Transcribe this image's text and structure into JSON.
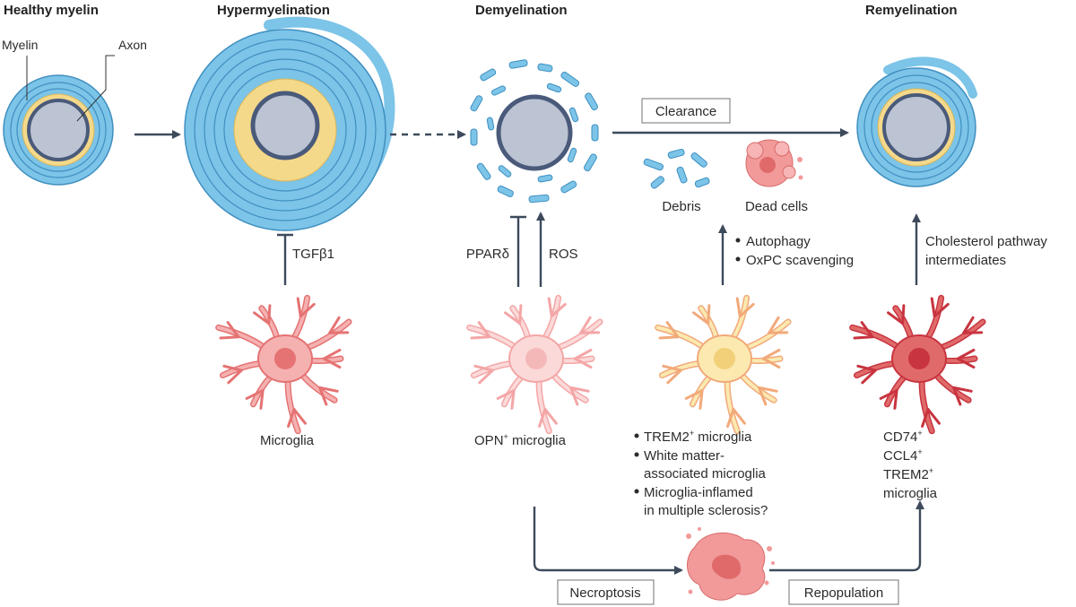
{
  "stages": {
    "healthy": "Healthy myelin",
    "hyper": "Hypermyelination",
    "demyelination": "Demyelination",
    "remyelination": "Remyelination"
  },
  "labels": {
    "myelin": "Myelin",
    "axon": "Axon",
    "tgfb1": "TGFβ1",
    "microglia": "Microglia",
    "ppard": "PPARδ",
    "ros": "ROS",
    "opn_microglia": "OPN",
    "opn_microglia_suffix": " microglia",
    "opn_sup": "+",
    "clearance": "Clearance",
    "debris": "Debris",
    "dead_cells": "Dead cells",
    "autophagy": "Autophagy",
    "oxpc": "OxPC scavenging",
    "trem2_1": "TREM2",
    "trem2_1_suffix": " microglia",
    "trem2_sup": "+",
    "wam_1": "White matter-",
    "wam_2": "associated microglia",
    "mims_1": "Microglia-inflamed",
    "mims_2": "in multiple sclerosis?",
    "cholesterol_1": "Cholesterol pathway",
    "cholesterol_2": "intermediates",
    "cd74": "CD74",
    "ccl4": "CCL4",
    "trem2_2": "TREM2",
    "plus": "+",
    "microglia_lower": "microglia",
    "necroptosis": "Necroptosis",
    "repopulation": "Repopulation"
  },
  "colors": {
    "myelin_blue": "#7cc4e8",
    "myelin_blue_dark": "#3f8fc0",
    "myelin_yellow": "#f5d98a",
    "axon_fill": "#bcc3d3",
    "axon_ring": "#4a5a7a",
    "arrow": "#3d4a5c",
    "microglia_pink": "#e57373",
    "microglia_light": "#f4a6a6",
    "microglia_orange": "#f2a97a",
    "microglia_red": "#c8343f",
    "dead_cell": "#f29a9a"
  }
}
